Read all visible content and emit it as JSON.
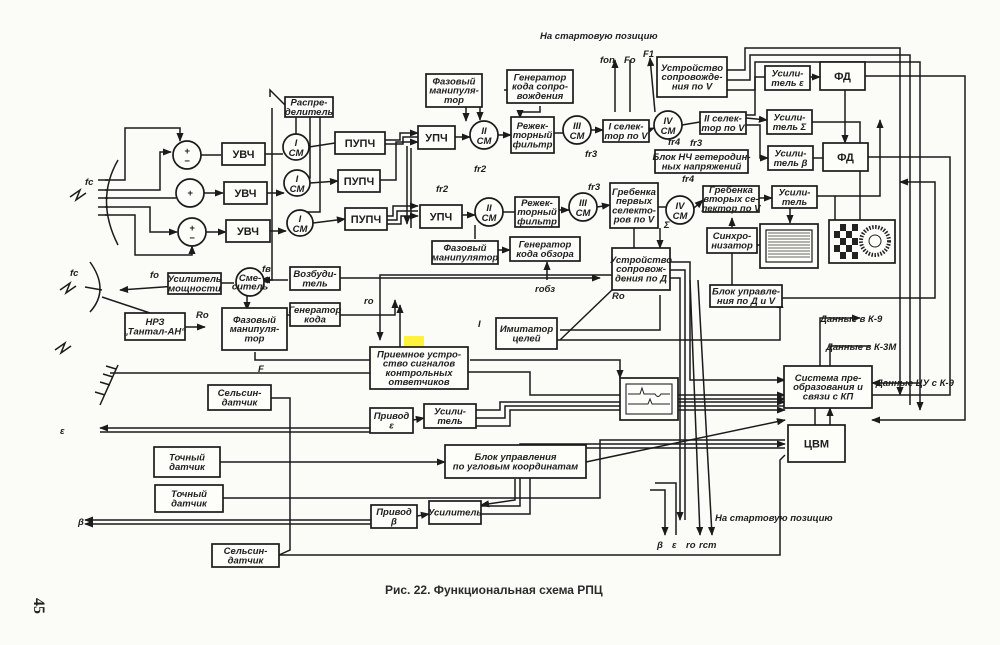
{
  "caption": "Рис. 22. Функциональная схема РПЦ",
  "page_number": "45",
  "blocks": {
    "raspred": {
      "lines": [
        "Распре-",
        "делитель"
      ]
    },
    "uvch1": {
      "lines": [
        "УВЧ"
      ]
    },
    "uvch2": {
      "lines": [
        "УВЧ"
      ]
    },
    "uvch3": {
      "lines": [
        "УВЧ"
      ]
    },
    "pupch1": {
      "lines": [
        "ПУПЧ"
      ]
    },
    "pupch2": {
      "lines": [
        "ПУПЧ"
      ]
    },
    "pupch3": {
      "lines": [
        "ПУПЧ"
      ]
    },
    "usil_moshch": {
      "lines": [
        "Усилитель",
        "мощности"
      ]
    },
    "vozbud": {
      "lines": [
        "Возбуди-",
        "тель"
      ]
    },
    "faz_manip_left": {
      "lines": [
        "Фазовый",
        "манипуля-",
        "тор"
      ]
    },
    "gen_koda": {
      "lines": [
        "Генератор",
        "кода"
      ]
    },
    "nrz": {
      "lines": [
        "НРЗ",
        "„Тантал-АН“"
      ]
    },
    "faz_manip_top": {
      "lines": [
        "Фазовый",
        "манипуля-",
        "тор"
      ]
    },
    "gen_soprov": {
      "lines": [
        "Генератор",
        "кода сопро-",
        "вождения"
      ]
    },
    "upch_top": {
      "lines": [
        "УПЧ"
      ]
    },
    "rezh_top": {
      "lines": [
        "Режек-",
        "торный",
        "фильтр"
      ]
    },
    "sel1": {
      "lines": [
        "I селек-",
        "тор по V"
      ]
    },
    "ustr_v": {
      "lines": [
        "Устройство",
        "сопровожде-",
        "ния по V"
      ]
    },
    "sel2": {
      "lines": [
        "II селек-",
        "тор по V"
      ]
    },
    "blok_nch": {
      "lines": [
        "Блок НЧ гетеродин-",
        "ных напряжений"
      ]
    },
    "usil_e": {
      "lines": [
        "Усили-",
        "тель ε"
      ]
    },
    "fd1": {
      "lines": [
        "ФД"
      ]
    },
    "usil_s": {
      "lines": [
        "Усили-",
        "тель Σ"
      ]
    },
    "usil_b": {
      "lines": [
        "Усили-",
        "тель β"
      ]
    },
    "fd2": {
      "lines": [
        "ФД"
      ]
    },
    "upch_bot": {
      "lines": [
        "УПЧ"
      ]
    },
    "rezh_bot": {
      "lines": [
        "Режек-",
        "торный",
        "фильтр"
      ]
    },
    "greb1": {
      "lines": [
        "Гребенка",
        "первых",
        "селекто-",
        "ров по V"
      ]
    },
    "greb2": {
      "lines": [
        "Гребенка",
        "вторых се-",
        "лектор по V"
      ]
    },
    "usil_top_r": {
      "lines": [
        "Усили-",
        "тель"
      ]
    },
    "faz_manip_bot": {
      "lines": [
        "Фазовый",
        "манипулятор"
      ]
    },
    "gen_obzor": {
      "lines": [
        "Генератор",
        "кода обзора"
      ]
    },
    "sinhro": {
      "lines": [
        "Синхро-",
        "низатор"
      ]
    },
    "ustr_d": {
      "lines": [
        "Устройство",
        "сопровож-",
        "дения по Д"
      ]
    },
    "blok_upr_dv": {
      "lines": [
        "Блок управле-",
        "ния по Д и V"
      ]
    },
    "imitator": {
      "lines": [
        "Имитатор",
        "целей"
      ]
    },
    "priemnoe": {
      "lines": [
        "Приемное устро-",
        "ство сигналов",
        "контрольных",
        "ответчиков"
      ]
    },
    "sistema": {
      "lines": [
        "Система пре-",
        "образования и",
        "связи с КП"
      ]
    },
    "cvm": {
      "lines": [
        "ЦВМ"
      ]
    },
    "selsin1": {
      "lines": [
        "Сельсин-",
        "датчик"
      ]
    },
    "privod_e": {
      "lines": [
        "Привод",
        "ε"
      ]
    },
    "usil_pe": {
      "lines": [
        "Усили-",
        "тель"
      ]
    },
    "tochn1": {
      "lines": [
        "Точный",
        "датчик"
      ]
    },
    "blok_ugl": {
      "lines": [
        "Блок управления",
        "по угловым координатам"
      ]
    },
    "tochn2": {
      "lines": [
        "Точный",
        "датчик"
      ]
    },
    "privod_b": {
      "lines": [
        "Привод",
        "β"
      ]
    },
    "usil_pb": {
      "lines": [
        "Усилитель"
      ]
    },
    "selsin2": {
      "lines": [
        "Сельсин-",
        "датчик"
      ]
    }
  },
  "circles": {
    "sum1": {
      "lines": [
        "+",
        "−"
      ]
    },
    "sum2": {
      "lines": [
        "+"
      ]
    },
    "sum3": {
      "lines": [
        "+",
        "−"
      ]
    },
    "cm1a": {
      "lines": [
        "I",
        "СМ"
      ]
    },
    "cm1b": {
      "lines": [
        "I",
        "СМ"
      ]
    },
    "cm1c": {
      "lines": [
        "I",
        "СМ"
      ]
    },
    "smesitel": {
      "lines": [
        "Сме-",
        "ситель"
      ]
    },
    "cm2top": {
      "lines": [
        "II",
        "СМ"
      ]
    },
    "cm3top": {
      "lines": [
        "III",
        "СМ"
      ]
    },
    "cm4top": {
      "lines": [
        "IV",
        "СМ"
      ]
    },
    "cm2bot": {
      "lines": [
        "II",
        "СМ"
      ]
    },
    "cm3bot": {
      "lines": [
        "III",
        "СМ"
      ]
    },
    "cm4bot": {
      "lines": [
        "IV",
        "СМ"
      ]
    }
  },
  "signals": {
    "fc_top": "fc",
    "fc_bot": "fc",
    "fo_left": "fo",
    "fv": "fв",
    "ro_left": "ro",
    "Ro_left": "Ro",
    "F": "F",
    "fon": "fon",
    "Fo": "Fo",
    "F1": "F1",
    "fr2a": "fr2",
    "fr2b": "fr2",
    "fr3a": "fr3",
    "fr3b": "fr3",
    "fr4a": "fr4",
    "fr4b": "fr4",
    "fr3c": "fr3",
    "robz": "rобз",
    "Ro_mid": "Ro",
    "I": "I",
    "sigma": "Σ",
    "eps": "ε",
    "beta": "β",
    "beta_out": "β",
    "eps_out": "ε",
    "ro_out": "ro",
    "rst_out": "rст",
    "start_top": "На стартовую позицию",
    "start_bot": "На стартовую позицию",
    "k9": "Данные в К-9",
    "k3m": "Данные в К-3М",
    "cu_k9": "Данные ЦУ с К-9"
  }
}
